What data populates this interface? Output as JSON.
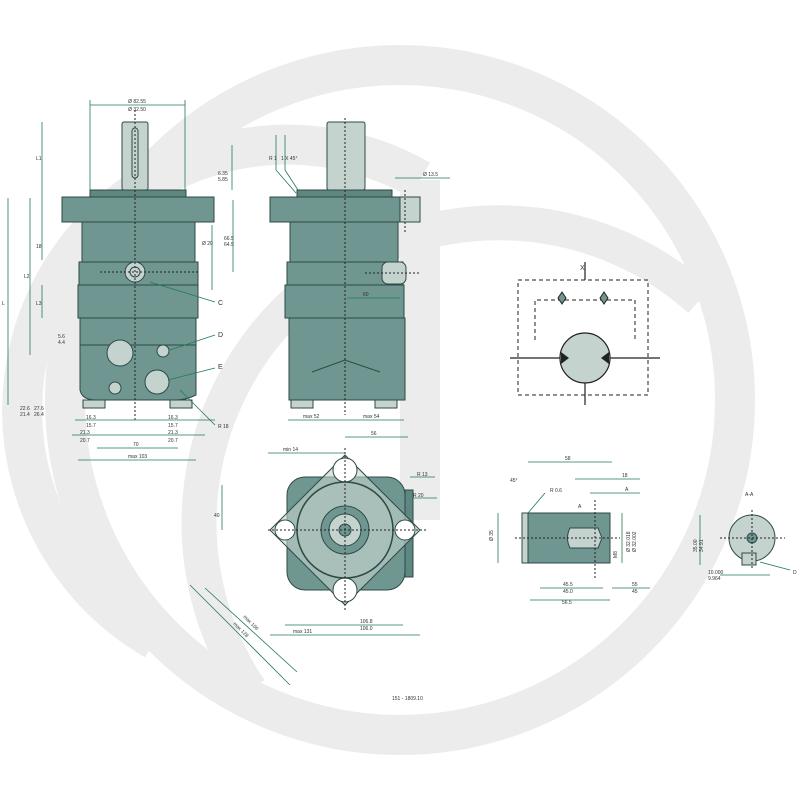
{
  "colors": {
    "body": "#6f9690",
    "light": "#c5d3cf",
    "dimension": "#1f7a5a",
    "watermark": "#ececec"
  },
  "front_view": {
    "dia_top": "Ø 82.55",
    "dia_bottom": "Ø 32.50",
    "l1": "L1",
    "chamfer_top": "6.35",
    "chamfer_bottom": "5.85",
    "h18": "18",
    "dia20": "Ø 20",
    "h66_top": "66.5",
    "h66_bottom": "64.5",
    "l2": "L2",
    "l": "L",
    "l3": "L3",
    "h56_top": "5.6",
    "h56_bottom": "4.4",
    "h22_top": "22.6",
    "h22_bottom": "21.4",
    "h27_top": "27.6",
    "h27_bottom": "26.4",
    "w16_top": "16.3",
    "w16_bottom": "15.7",
    "w16b_top": "16.3",
    "w16b_bottom": "15.7",
    "w21_top": "21.3",
    "w21_bottom": "20.7",
    "w21b_top": "21.3",
    "w21b_bottom": "20.7",
    "w70": "70",
    "max103": "max 103",
    "r18": "R 18",
    "port_c": "C",
    "port_d": "D",
    "port_e": "E"
  },
  "side_view": {
    "r1": "R 1",
    "chamfer": "1 X 45°",
    "dia135": "Ø 13.5",
    "w60": "60",
    "max52": "max 52",
    "max54": "max 54",
    "w56": "56"
  },
  "bottom_view": {
    "min14": "min 14",
    "r13": "R 13",
    "r20": "R 20",
    "h40": "40",
    "w106_top": "106.8",
    "w106_bottom": "106.0",
    "max131": "max 131",
    "max106": "max 106",
    "max128": "max 128"
  },
  "shaft_view": {
    "w58": "58",
    "w18": "18",
    "a": "A",
    "angle": "45°",
    "r06": "R 0.6",
    "dia35": "Ø 35",
    "m8": "M8",
    "dia32_top": "Ø 32.018",
    "dia32_bottom": "Ø 32.002",
    "w45_top": "45.5",
    "w45_bottom": "45.0",
    "w55_top": "55",
    "w55_bottom": "45",
    "w565": "56.5"
  },
  "section": {
    "title": "A-A",
    "h35_top": "35.00",
    "h35_bottom": "34.91",
    "w10_top": "10.000",
    "w10_bottom": "9.964",
    "d": "D"
  },
  "schematic": {
    "x_label": "X"
  },
  "drawing_number": "151 - 1809.10"
}
